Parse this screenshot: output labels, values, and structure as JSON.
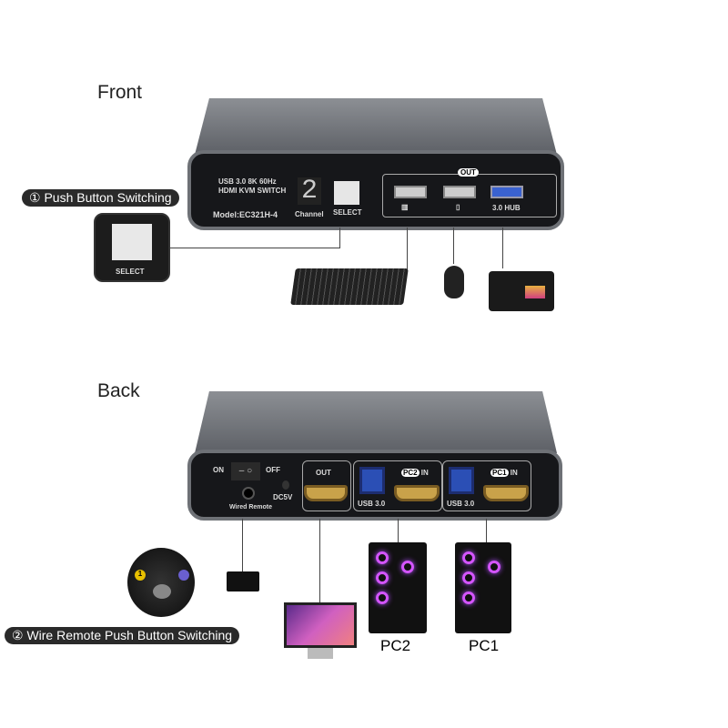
{
  "front": {
    "title": "Front",
    "model": "Model:EC321H-4",
    "brand_line": "HDMI KVM SWITCH",
    "badges": [
      "USB 3.0",
      "8K",
      "60Hz"
    ],
    "channel_digit": "2",
    "channel_label": "Channel",
    "select_label": "SELECT",
    "out_label": "OUT",
    "hub_label": "3.0 HUB",
    "callout": "① Push Button Switching",
    "callout_button": "SELECT"
  },
  "back": {
    "title": "Back",
    "on": "ON",
    "off": "OFF",
    "dc": "DC5V",
    "remote": "Wired Remote",
    "out_label": "OUT",
    "usb_label": "USB 3.0",
    "pc2_in": "PC2",
    "pc1_in": "PC1",
    "in": "IN",
    "callout": "② Wire Remote Push Button Switching",
    "remote_num": "1",
    "pc2": "PC2",
    "pc1": "PC1"
  }
}
